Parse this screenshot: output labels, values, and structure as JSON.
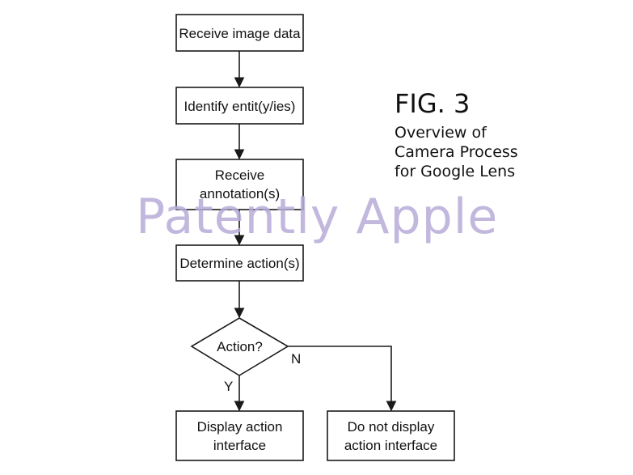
{
  "figure": {
    "title": "FIG. 3",
    "subtitle_lines": [
      "Overview of",
      "Camera Process",
      "for Google Lens"
    ]
  },
  "watermark": "Patently Apple",
  "flowchart": {
    "nodes": {
      "receive_image": {
        "lines": [
          "Receive image data"
        ]
      },
      "identify_entities": {
        "lines": [
          "Identify entit(y/ies)"
        ]
      },
      "receive_annotation": {
        "lines": [
          "Receive",
          "annotation(s)"
        ]
      },
      "determine_action": {
        "lines": [
          "Determine action(s)"
        ]
      },
      "decision": {
        "lines": [
          "Action?"
        ]
      },
      "display_action": {
        "lines": [
          "Display action",
          "interface"
        ]
      },
      "do_not_display": {
        "lines": [
          "Do not display",
          "action interface"
        ]
      }
    },
    "edge_labels": {
      "yes": "Y",
      "no": "N"
    }
  },
  "colors": {
    "line": "#1a1a1a",
    "watermark": "#b8acd9",
    "text": "#111111"
  }
}
